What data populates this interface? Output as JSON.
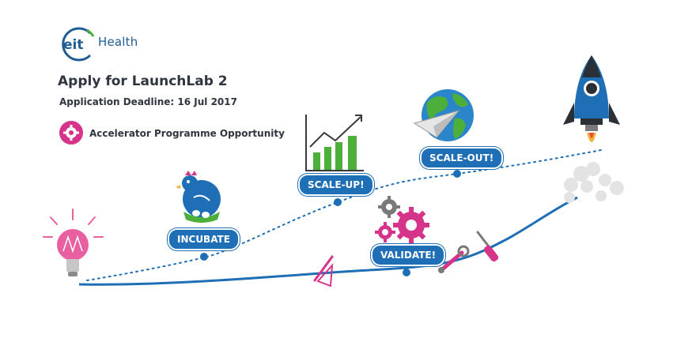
{
  "brand": {
    "logo_mark": "eit",
    "logo_word": "Health",
    "brand_color": "#1f5d95",
    "accent_green": "#4caf3a"
  },
  "heading": {
    "title": "Apply for LaunchLab 2",
    "deadline": "Application Deadline: 16 Jul 2017"
  },
  "opportunity": {
    "icon": "gear-badge-icon",
    "label": "Accelerator Programme Opportunity",
    "color": "#d6338a"
  },
  "stages": [
    {
      "id": "incubate",
      "label": "INCUBATE",
      "icon": "hen-icon"
    },
    {
      "id": "scale-up",
      "label": "SCALE-UP!",
      "icon": "bar-chart-icon"
    },
    {
      "id": "scale-out",
      "label": "SCALE-OUT!",
      "icon": "globe-icon"
    },
    {
      "id": "validate",
      "label": "VALIDATE!",
      "icon": "gears-icon"
    }
  ],
  "decor": {
    "start_icon": "lightbulb-icon",
    "end_icon": "rocket-icon",
    "tools": [
      "compass-icon",
      "wrench-icon",
      "screwdriver-icon"
    ],
    "path_color": "#1e6fb5",
    "pink": "#d6338a"
  }
}
